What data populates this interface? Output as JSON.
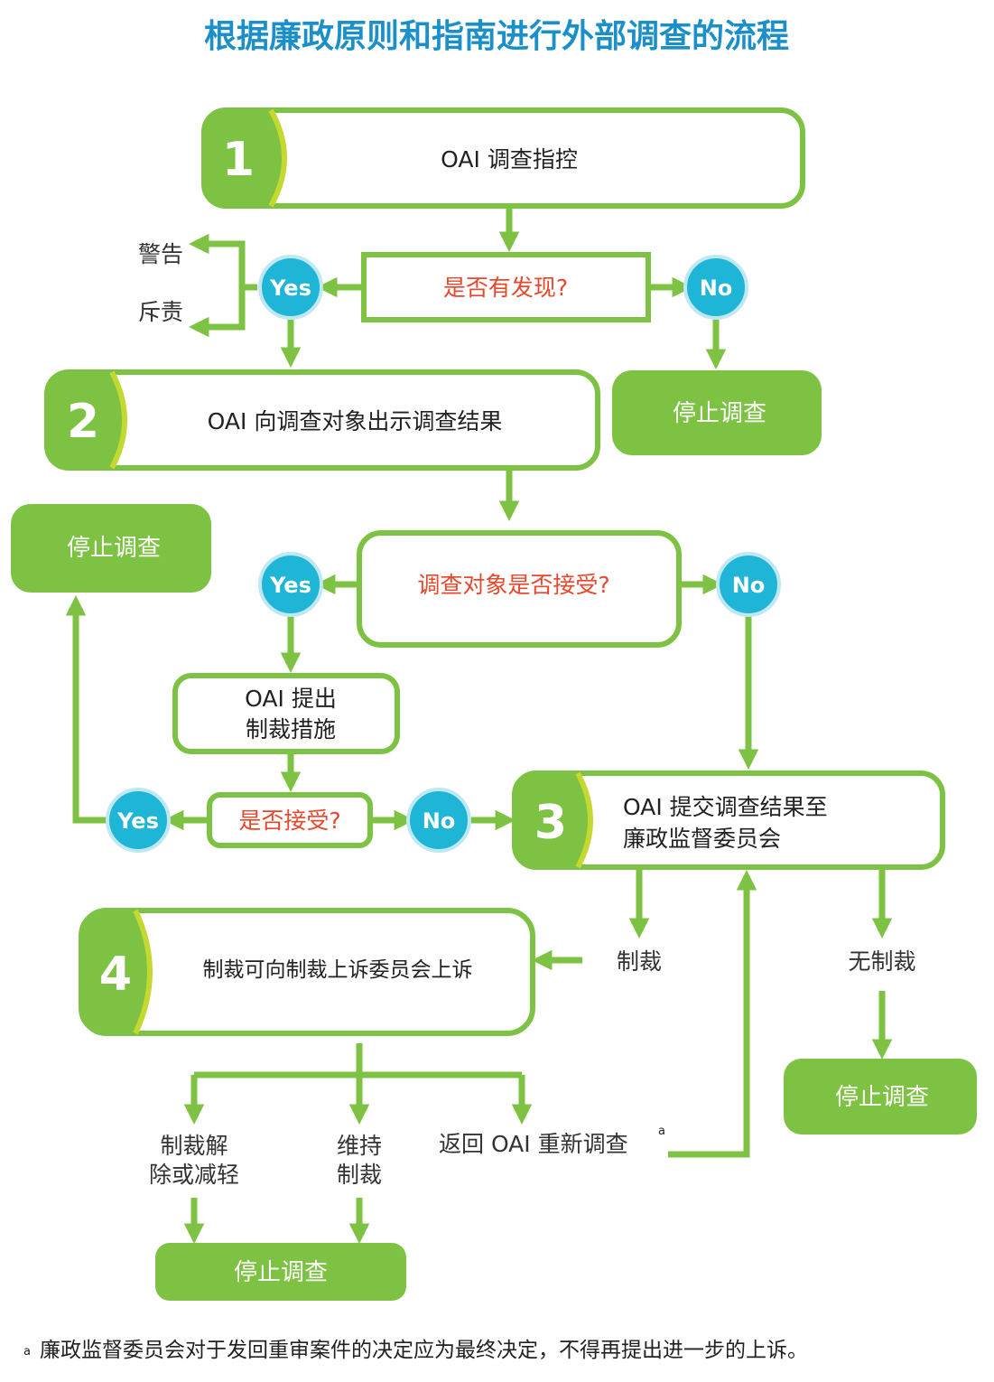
{
  "title": "根据廉政原则和指南进行外部调查的流程",
  "colors": {
    "green": "#7dc242",
    "lime": "#c3d830",
    "blue_circle": "#1fb5d6",
    "title_blue": "#1b8fc9",
    "question_red": "#e8472b"
  },
  "steps": {
    "s1": {
      "num": "1",
      "text": "OAI 调查指控"
    },
    "s2": {
      "num": "2",
      "text": "OAI 向调查对象出示调查结果"
    },
    "s3": {
      "num": "3",
      "line1": "OAI 提交调查结果至",
      "line2": "廉政监督委员会"
    },
    "s4": {
      "num": "4",
      "text": "制裁可向制裁上诉委员会上诉"
    }
  },
  "questions": {
    "q1": "是否有发现?",
    "q2": "调查对象是否接受?",
    "q3": "是否接受?"
  },
  "yes": "Yes",
  "no": "No",
  "stop": "停止调查",
  "labels": {
    "warning": "警告",
    "reprimand": "斥责",
    "propose_line1": "OAI 提出",
    "propose_line2": "制裁措施",
    "sanction": "制裁",
    "no_sanction": "无制裁",
    "lift_line1": "制裁解",
    "lift_line2": "除或减轻",
    "uphold_line1": "维持",
    "uphold_line2": "制裁",
    "return_oai": "返回 OAI 重新调查",
    "return_sup": "a"
  },
  "footnote": {
    "marker": "a",
    "text": "廉政监督委员会对于发回重审案件的决定应为最终决定，不得再提出进一步的上诉。"
  }
}
